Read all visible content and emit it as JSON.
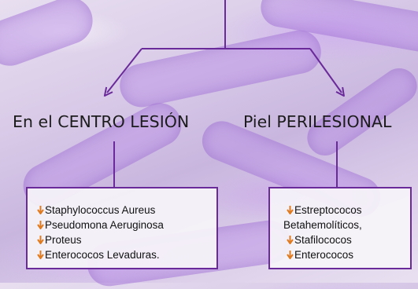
{
  "labels": {
    "left": "En el CENTRO LESIÓN",
    "right": "Piel PERILESIONAL"
  },
  "left_box": {
    "items": [
      "Staphylococcus Aureus",
      "Pseudomona Aeruginosa",
      "Proteus",
      "Enterococos Levaduras."
    ]
  },
  "right_box": {
    "items": [
      {
        "text": "Estreptococos",
        "bullet": true
      },
      {
        "text": "Betahemolíticos,",
        "bullet": false
      },
      {
        "text": "Stafilococos",
        "bullet": true
      },
      {
        "text": "Enterococos",
        "bullet": true
      }
    ]
  },
  "colors": {
    "connector": "#6a2a9a",
    "box_border": "#6a2a9a",
    "bullet": "#e07a1f"
  }
}
